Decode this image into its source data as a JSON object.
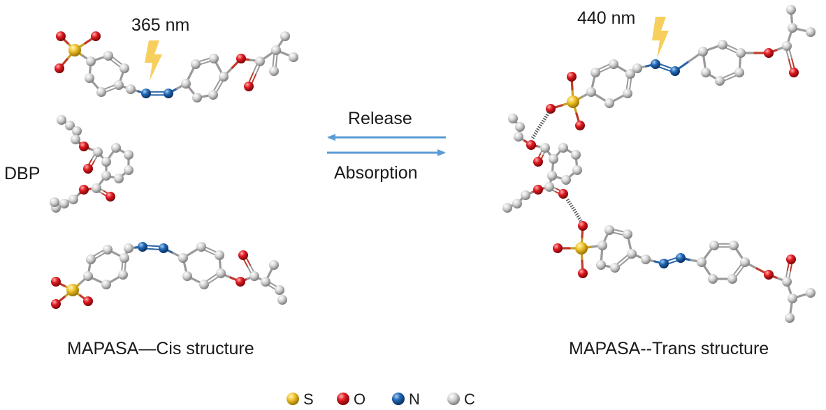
{
  "wavelength_cis": "365 nm",
  "wavelength_trans": "440 nm",
  "dbp_label": "DBP",
  "arrow_release": "Release",
  "arrow_absorption": "Absorption",
  "caption_cis": "MAPASA—Cis structure",
  "caption_trans": "MAPASA--Trans structure",
  "legend": [
    {
      "symbol": "S",
      "color": "#e0b21c"
    },
    {
      "symbol": "O",
      "color": "#d6141c"
    },
    {
      "symbol": "N",
      "color": "#1d5fa5"
    },
    {
      "symbol": "C",
      "color": "#bdbdbd"
    }
  ],
  "colors": {
    "bond": "#9a9a9a",
    "arrow": "#5b9bd5",
    "lightning": "#f7cf5c",
    "hbond": "#555555"
  }
}
